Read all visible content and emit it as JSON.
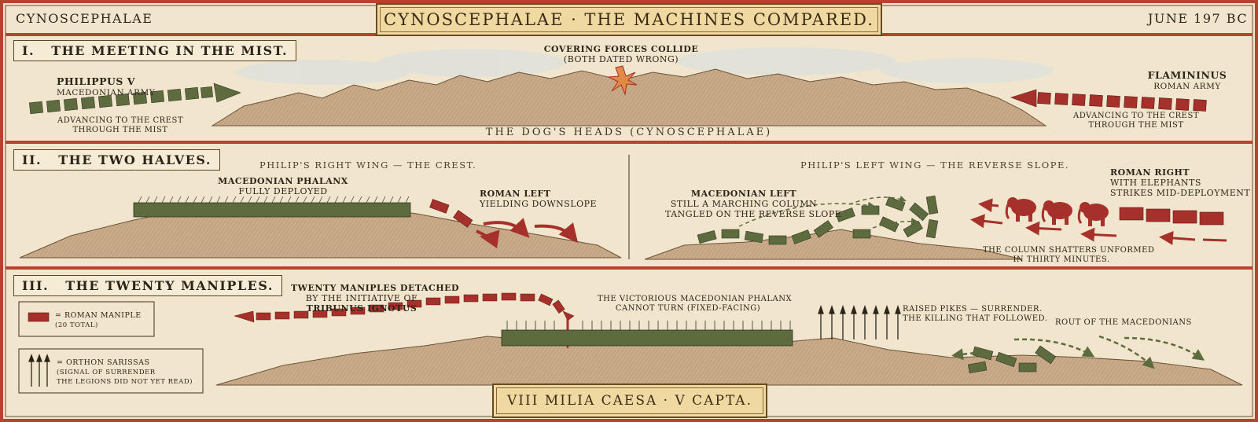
{
  "header": {
    "left": "CYNOSCEPHALAE",
    "title": "CYNOSCEPHALAE · THE MACHINES COMPARED.",
    "right": "JUNE 197 BC"
  },
  "panel1": {
    "heading": "I.   THE MEETING IN THE MIST.",
    "collide": [
      "COVERING FORCES COLLIDE",
      "(BOTH DATED WRONG)"
    ],
    "philip": [
      "PHILIPPUS V",
      "MACEDONIAN ARMY"
    ],
    "philip_note": [
      "ADVANCING TO THE CREST",
      "THROUGH THE MIST"
    ],
    "flamininus": [
      "FLAMININUS",
      "ROMAN ARMY"
    ],
    "flamininus_note": [
      "ADVANCING TO THE CREST",
      "THROUGH THE MIST"
    ],
    "ridge_caption": "THE DOG'S HEADS (CYNOSCEPHALAE)"
  },
  "panel2": {
    "heading": "II.   THE TWO HALVES.",
    "right_wing_caption": "PHILIP'S RIGHT WING — THE CREST.",
    "left_wing_caption": "PHILIP'S LEFT WING — THE REVERSE SLOPE.",
    "phalanx": [
      "MACEDONIAN PHALANX",
      "FULLY DEPLOYED"
    ],
    "roman_left": [
      "ROMAN LEFT",
      "YIELDING DOWNSLOPE"
    ],
    "mac_left": [
      "MACEDONIAN LEFT",
      "STILL A MARCHING COLUMN",
      "TANGLED ON THE REVERSE SLOPE"
    ],
    "roman_right": [
      "ROMAN RIGHT",
      "WITH ELEPHANTS",
      "STRIKES MID-DEPLOYMENT"
    ],
    "shatter": [
      "THE COLUMN SHATTERS UNFORMED",
      "IN THIRTY MINUTES."
    ]
  },
  "panel3": {
    "heading": "III.   THE TWENTY MANIPLES.",
    "detached": [
      "TWENTY MANIPLES DETACHED",
      "BY THE INITIATIVE OF",
      "TRIBUNUS IGNOTUS"
    ],
    "victorious": [
      "THE VICTORIOUS MACEDONIAN PHALANX",
      "CANNOT TURN (FIXED-FACING)"
    ],
    "raised": [
      "RAISED PIKES — SURRENDER.",
      "THE KILLING THAT FOLLOWED."
    ],
    "rout": "ROUT OF THE MACEDONIANS",
    "legend1": [
      "= ROMAN MANIPLE",
      "(20 TOTAL)"
    ],
    "legend2": [
      "= ORTHON SARISSAS",
      "(SIGNAL OF SURRENDER",
      "THE LEGIONS DID NOT YET READ)"
    ],
    "footer_plate": "VIII MILIA CAESA · V CAPTA."
  },
  "colors": {
    "roman": "#a6302a",
    "macedonian": "#5d6b3f",
    "frame": "#b5432f",
    "parchment": "#f1e6cd",
    "ink": "#2b2418"
  }
}
